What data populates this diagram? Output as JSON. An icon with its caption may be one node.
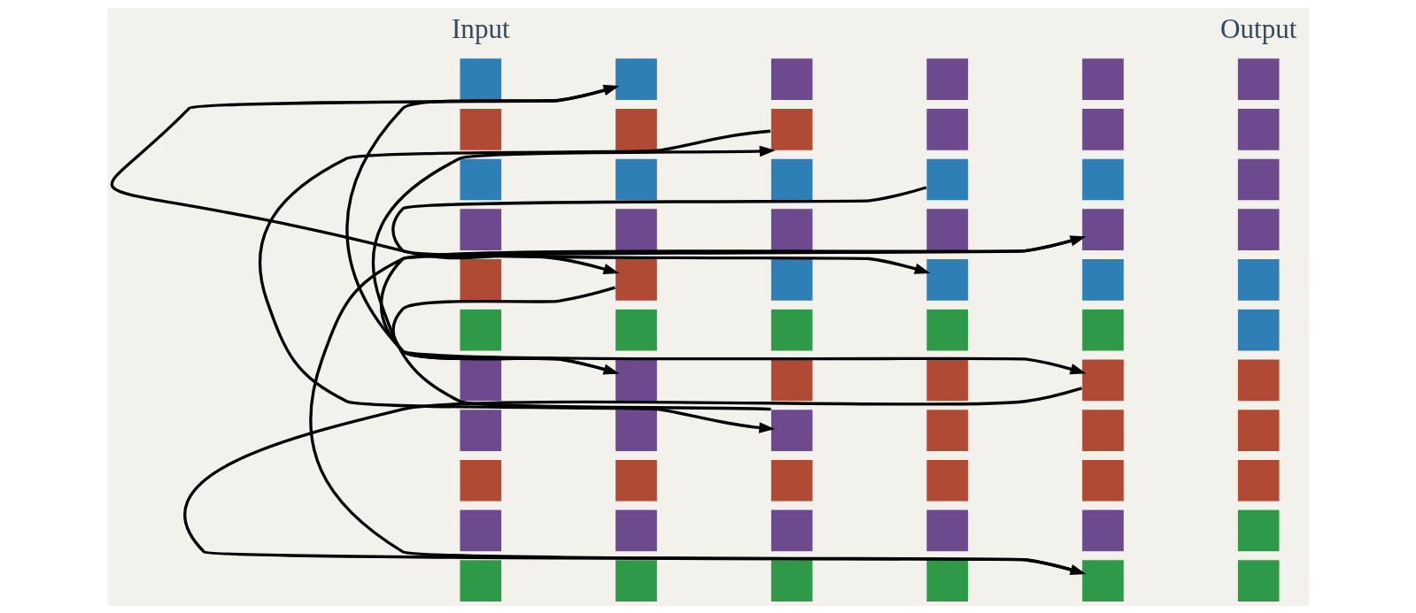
{
  "diagram": {
    "nodes": [
      {
        "text": [],
        "shape": "box"
      },
      {
        "text": [],
        "shape": "box"
      },
      {
        "text": [],
        "shape": "box"
      },
      {
        "text": [],
        "shape": "box"
      },
      {
        "text": [],
        "shape": "box"
      },
      {
        "text": [],
        "shape": "box"
      },
      {
        "text": [],
        "shape": "box"
      },
      {
        "text": [],
        "shape": "box"
      },
      {
        "text": [],
        "shape": "box"
      },
      {
        "text": [],
        "shape": "box"
      },
      {
        "text": [],
        "shape": "box"
      },
      {
        "text": [],
        "shape": "box"
      },
      {
        "text": [],
        "shape": "box"
      },
      {
        "text": [],
        "shape": "box"
      },
      {
        "text": [],
        "shape": "box"
      },
      {
        "text": [],
        "shape": "box"
      },
      {
        "text": [],
        "shape": "box"
      },
      {
        "text": [],
        "shape": "box"
      },
      {
        "text": [],
        "shape": "box"
      },
      {
        "text": [],
        "shape": "box"
      },
      {
        "text": [],
        "shape": "box"
      },
      {
        "text": [],
        "shape": "box"
      },
      {
        "text": [],
        "shape": "box"
      },
      {
        "text": [],
        "shape": "box"
      },
      {
        "text": [],
        "shape": "box"
      },
      {
        "text": [],
        "shape": "box"
      },
      {
        "text": [],
        "shape": "box"
      },
      {
        "text": [],
        "shape": "box"
      },
      {
        "text": [],
        "shape": "box"
      },
      {
        "text": [],
        "shape": "box"
      },
      {
        "text": [],
        "shape": "box"
      },
      {
        "text": [],
        "shape": "box"
      },
      {
        "text": [],
        "shape": "box"
      },
      {
        "text": [],
        "shape": "box"
      },
      {
        "text": [],
        "shape": "box"
      },
      {
        "text": [],
        "shape": "box"
      },
      {
        "text": [],
        "shape": "box"
      },
      {
        "text": [],
        "shape": "box"
      },
      {
        "text": [],
        "shape": "box"
      },
      {
        "text": [],
        "shape": "box"
      },
      {
        "text": [],
        "shape": "box"
      },
      {
        "text": [],
        "shape": "box"
      },
      {
        "text": [],
        "shape": "box"
      },
      {
        "text": [],
        "shape": "box"
      },
      {
        "text": [],
        "shape": "box"
      },
      {
        "text": [],
        "shape": "box"
      },
      {
        "text": [],
        "shape": "box"
      },
      {
        "text": [],
        "shape": "box"
      },
      {
        "text": [],
        "shape": "box"
      },
      {
        "text": [],
        "shape": "box"
      },
      {
        "text": [],
        "shape": "box"
      },
      {
        "text": [],
        "shape": "box"
      },
      {
        "text": [],
        "shape": "box"
      },
      {
        "text": [],
        "shape": "box"
      },
      {
        "text": [],
        "shape": "box"
      },
      {
        "text": [],
        "shape": "box"
      },
      {
        "text": [],
        "shape": "box"
      },
      {
        "text": [],
        "shape": "box"
      },
      {
        "text": [],
        "shape": "box"
      },
      {
        "text": [],
        "shape": "box"
      },
      {
        "text": [],
        "shape": "box"
      },
      {
        "text": [],
        "shape": "box"
      },
      {
        "text": [],
        "shape": "box"
      },
      {
        "text": [],
        "shape": "box"
      },
      {
        "text": [],
        "shape": "box"
      },
      {
        "text": [],
        "shape": "box"
      }
    ],
    "edges": [
      {
        "from": 11,
        "to": 15,
        "arrow": "to"
      },
      {
        "from": 17,
        "to": 11,
        "arrow": "to"
      },
      {
        "from": 15,
        "to": 17,
        "arrow": "to"
      },
      {
        "from": 23,
        "to": 29,
        "arrow": "to"
      },
      {
        "from": 29,
        "to": 23,
        "arrow": "to"
      },
      {
        "from": 35,
        "to": 37,
        "arrow": "to"
      },
      {
        "from": 47,
        "to": 50,
        "arrow": "to"
      },
      {
        "from": 50,
        "to": 54,
        "arrow": "to"
      },
      {
        "from": 54,
        "to": 47,
        "arrow": "to"
      }
    ],
    "labels": [
      "Input",
      "Output"
    ]
  }
}
